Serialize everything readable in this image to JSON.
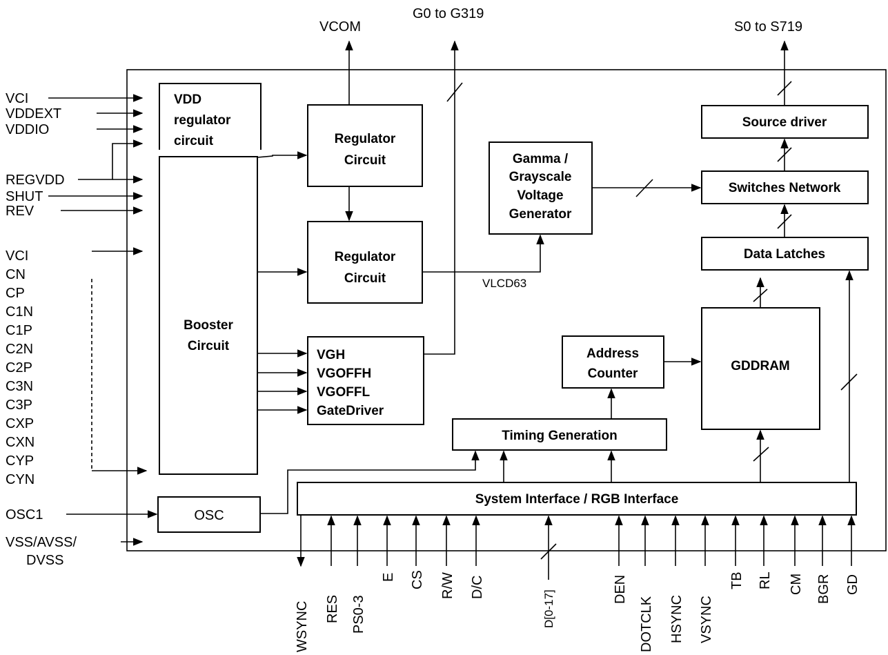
{
  "top_labels": {
    "vcom": "VCOM",
    "gates": "G0 to G319",
    "sources": "S0 to S719"
  },
  "blocks": {
    "vdd_regulator": [
      "VDD",
      "regulator",
      "circuit"
    ],
    "regulator1": [
      "Regulator",
      "Circuit"
    ],
    "regulator2": [
      "Regulator",
      "Circuit"
    ],
    "booster": [
      "Booster",
      "Circuit"
    ],
    "gate": [
      "VGH",
      "VGOFFH",
      "VGOFFL",
      "GateDriver"
    ],
    "gamma": [
      "Gamma /",
      "Grayscale",
      "Voltage",
      "Generator"
    ],
    "source_driver": "Source driver",
    "switches": "Switches Network",
    "latches": "Data Latches",
    "gddram": "GDDRAM",
    "address": [
      "Address",
      "Counter"
    ],
    "timing": "Timing Generation",
    "interface": "System Interface / RGB Interface",
    "osc": "OSC"
  },
  "vlcd_label": "VLCD63",
  "left_pins": [
    "VCI",
    "VDDEXT",
    "VDDIO",
    "REGVDD",
    "SHUT",
    "REV",
    "VCI",
    "CN",
    "CP",
    "C1N",
    "C1P",
    "C2N",
    "C2P",
    "C3N",
    "C3P",
    "CXP",
    "CXN",
    "CYP",
    "CYN",
    "OSC1",
    "VSS/AVSS/",
    "DVSS"
  ],
  "bottom_pins": [
    "WSYNC",
    "RES",
    "PS0-3",
    "E",
    "CS",
    "R/W",
    "D/C",
    "D[0-17]",
    "DEN",
    "DOTCLK",
    "HSYNC",
    "VSYNC",
    "TB",
    "RL",
    "CM",
    "BGR",
    "GD"
  ]
}
